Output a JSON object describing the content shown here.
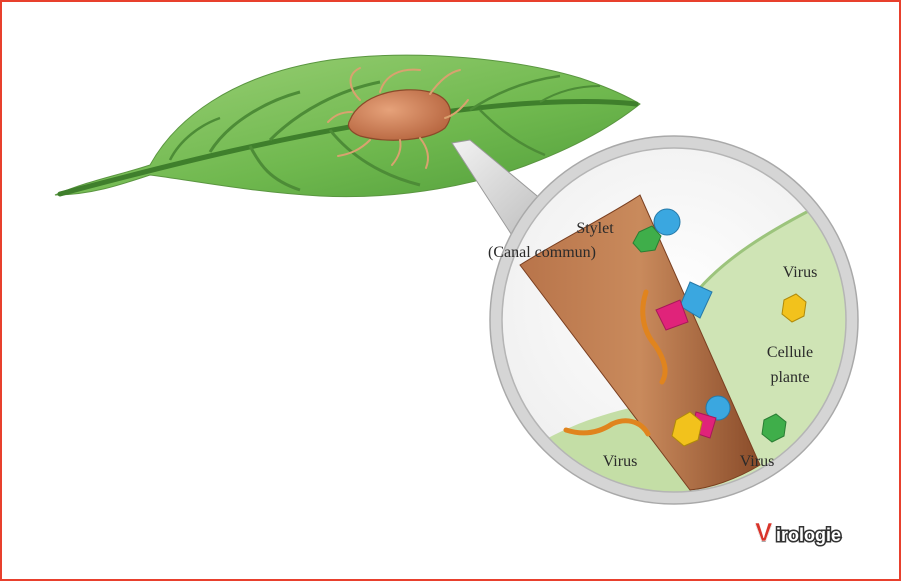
{
  "labels": {
    "stylet": "Stylet",
    "canal": "(Canal commun)",
    "virus_top": "Virus",
    "cellule": "Cellule",
    "plante": "plante",
    "virus_bottom_left": "Virus",
    "virus_bottom_right": "Virus"
  },
  "logo": {
    "initial": "V",
    "text": "irologie"
  },
  "colors": {
    "frame": "#e8402d",
    "leaf": "#7fbf5d",
    "stylet": "#a0603a",
    "cell": "#cfe4b5",
    "virus_yellow": "#f2c21c",
    "virus_green": "#3fae4a",
    "virus_blue": "#3aa7e0",
    "virus_pink": "#e0237a",
    "virus_orange": "#e0841e"
  }
}
